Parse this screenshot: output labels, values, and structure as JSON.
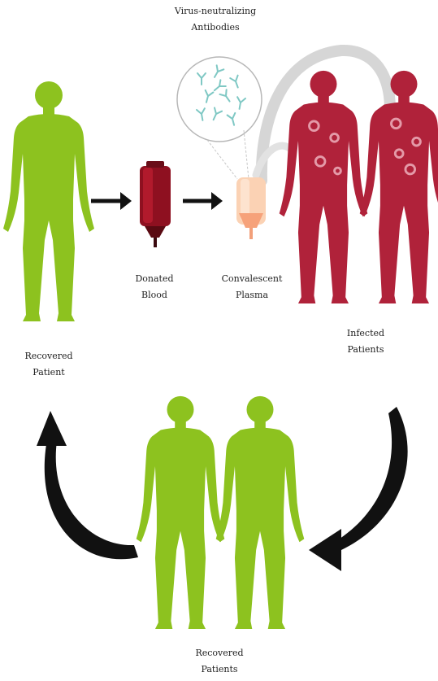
{
  "labels": {
    "antibodies": [
      "Virus-neutralizing",
      "Antibodies"
    ],
    "donated_blood": [
      "Donated",
      "Blood"
    ],
    "plasma": [
      "Convalescent",
      "Plasma"
    ],
    "infected": [
      "Infected",
      "Patients"
    ],
    "recovered_top": [
      "Recovered",
      "Patient"
    ],
    "recovered_bottom": [
      "Recovered",
      "Patients"
    ]
  },
  "colors": {
    "recovered": "#8dc21f",
    "infected": "#b0223a",
    "infection_spot": "#e49aa8",
    "blood_bag": "#8e1020",
    "plasma_bag": "#f6b08a",
    "antibody": "#7fc8c4",
    "arrow_dark": "#111111",
    "arrow_grey": "#d6d6d6"
  }
}
